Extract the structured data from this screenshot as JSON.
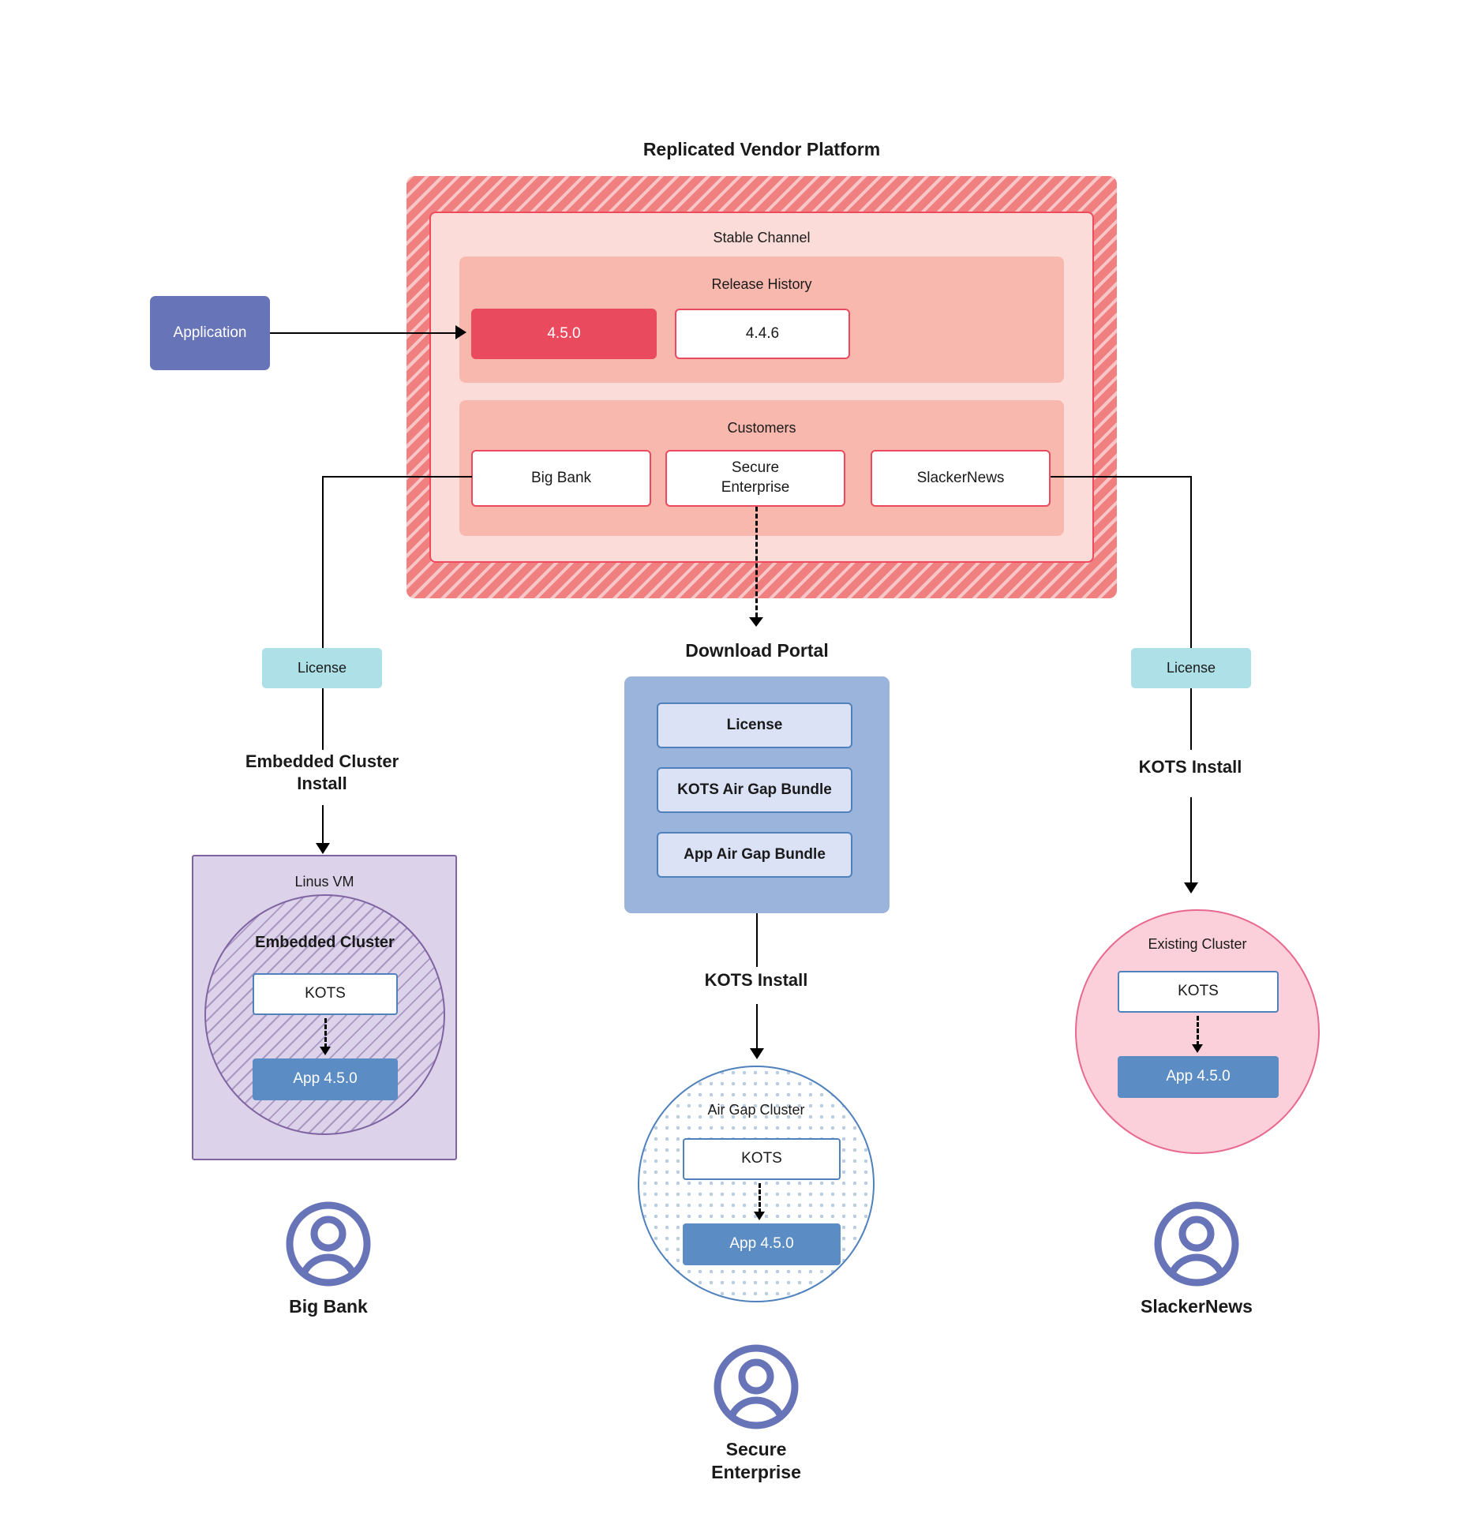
{
  "diagram": {
    "title": "Replicated Vendor Platform",
    "platform": {
      "stable_channel_label": "Stable Channel",
      "release_history": {
        "label": "Release History",
        "releases": [
          {
            "version": "4.5.0",
            "current": true
          },
          {
            "version": "4.4.6",
            "current": false
          }
        ]
      },
      "customers": {
        "label": "Customers",
        "items": [
          {
            "name": "Big Bank"
          },
          {
            "name": "Secure\nEnterprise"
          },
          {
            "name": "SlackerNews"
          }
        ]
      }
    },
    "application_box": {
      "label": "Application"
    },
    "license_left": {
      "label": "License"
    },
    "license_right": {
      "label": "License"
    },
    "edges": {
      "embedded_cluster_install": "Embedded Cluster\nInstall",
      "kots_install_center": "KOTS Install",
      "kots_install_right": "KOTS Install"
    },
    "download_portal": {
      "title": "Download  Portal",
      "items": [
        {
          "label": "License"
        },
        {
          "label": "KOTS Air Gap Bundle"
        },
        {
          "label": "App Air Gap Bundle"
        }
      ]
    },
    "left_stack": {
      "vm_label": "Linus VM",
      "cluster_label": "Embedded Cluster",
      "kots_label": "KOTS",
      "app_label": "App 4.5.0",
      "customer_label": "Big Bank"
    },
    "center_stack": {
      "cluster_label": "Air Gap Cluster",
      "kots_label": "KOTS",
      "app_label": "App 4.5.0",
      "customer_label": "Secure\nEnterprise"
    },
    "right_stack": {
      "cluster_label": "Existing Cluster",
      "kots_label": "KOTS",
      "app_label": "App 4.5.0",
      "customer_label": "SlackerNews"
    },
    "colors": {
      "platform_hatch": "#f08080",
      "stable_channel": "#fbdcd8",
      "panel": "#f9b8ae",
      "release_current": "#ea4a5e",
      "application": "#6874b8",
      "license": "#aee0e8",
      "portal": "#9bb4db",
      "portal_item": "#dbe2f5",
      "kots_border": "#4f81bd",
      "app": "#5b8cc4",
      "vm": "#dcd2ea",
      "vm_border": "#8064a2",
      "existing_cluster": "#fbd0da",
      "existing_cluster_border": "#e8698f",
      "avatar": "#6874b8"
    }
  }
}
